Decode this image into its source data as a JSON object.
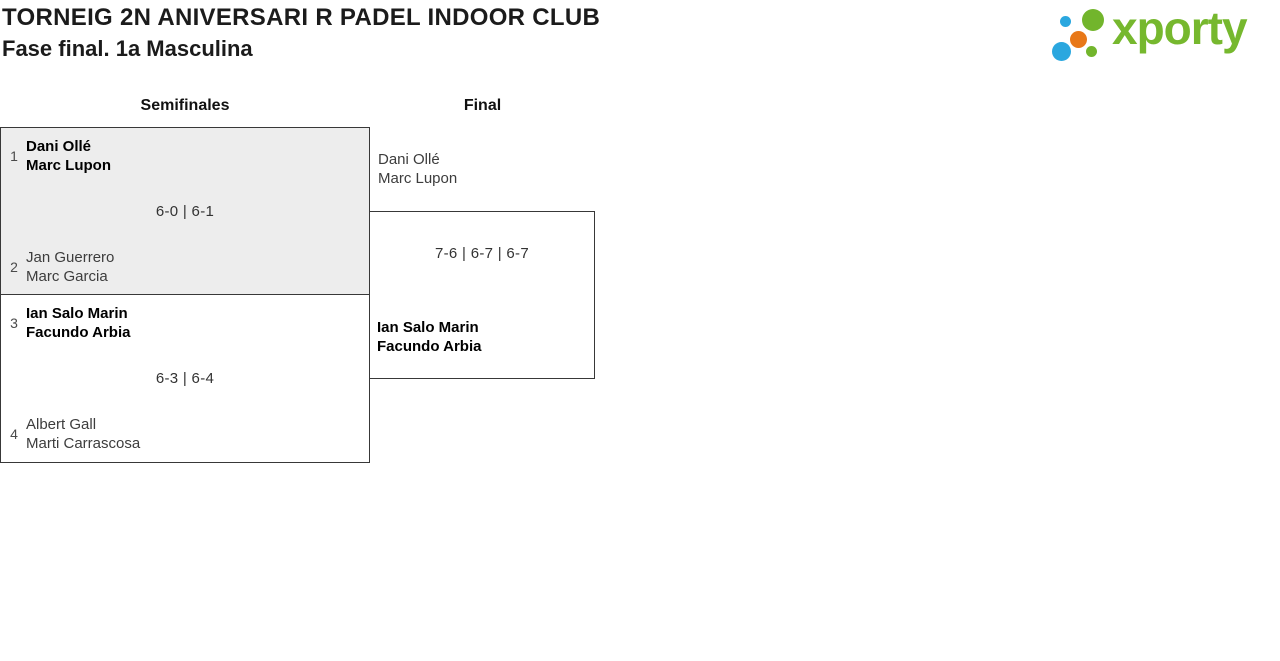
{
  "page": {
    "title": "TORNEIG 2N ANIVERSARI R PADEL INDOOR CLUB",
    "subtitle": "Fase final. 1a Masculina"
  },
  "logo": {
    "wordmark": "xporty",
    "brand_green": "#76b82e",
    "brand_blue": "#2aa7df",
    "brand_orange": "#e87818"
  },
  "bracket": {
    "round_labels": [
      "Semifinales",
      "Final"
    ],
    "colors": {
      "highlight_box_bg": "#ededed",
      "box_border": "#383838",
      "winner_text": "#000000",
      "loser_text": "#3d3d3d"
    },
    "semifinal_1": {
      "seed_top": "1",
      "team_top_line1": "Dani Ollé",
      "team_top_line2": "Marc Lupon",
      "score": "6-0 | 6-1",
      "seed_bottom": "2",
      "team_bottom_line1": "Jan Guerrero",
      "team_bottom_line2": "Marc Garcia",
      "winner": "top"
    },
    "semifinal_2": {
      "seed_top": "3",
      "team_top_line1": "Ian Salo Marin",
      "team_top_line2": "Facundo Arbia",
      "score": "6-3 | 6-4",
      "seed_bottom": "4",
      "team_bottom_line1": "Albert Gall",
      "team_bottom_line2": "Marti Carrascosa",
      "winner": "top"
    },
    "final": {
      "team_top_line1": "Dani Ollé",
      "team_top_line2": "Marc Lupon",
      "score": "7-6 | 6-7 | 6-7",
      "team_bottom_line1": "Ian Salo Marin",
      "team_bottom_line2": "Facundo Arbia",
      "winner": "bottom"
    }
  }
}
